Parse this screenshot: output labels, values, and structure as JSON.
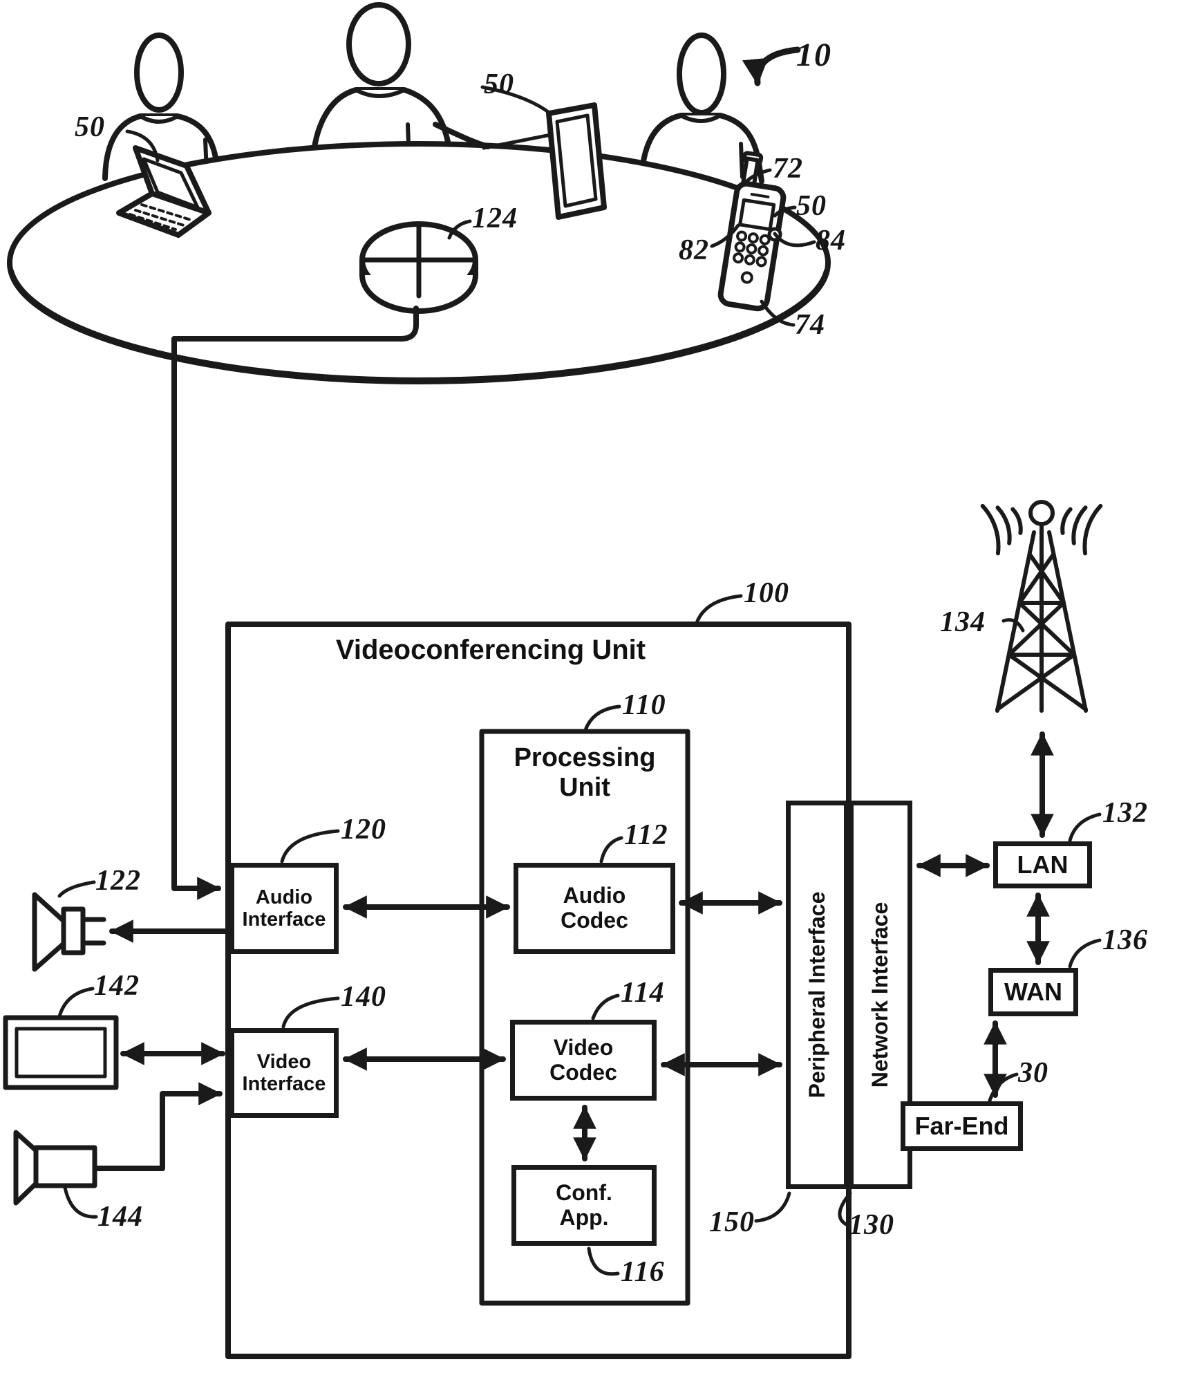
{
  "scene": {
    "figure_ref": "10",
    "laptop_ref": "50",
    "tablet_ref": "50",
    "phone_ref": "50",
    "antenna_ref": "72",
    "phone_screen_ref": "82",
    "phone_button_ref": "84",
    "phone_body_ref": "74",
    "speakerphone_ref": "124"
  },
  "diagram": {
    "title": "Videoconferencing Unit",
    "title_ref": "100",
    "processing_unit": {
      "label": "Processing Unit",
      "ref": "110"
    },
    "audio_codec": {
      "label": "Audio Codec",
      "ref": "112"
    },
    "video_codec": {
      "label": "Video Codec",
      "ref": "114"
    },
    "conf_app": {
      "label": "Conf. App.",
      "ref": "116"
    },
    "audio_interface": {
      "label": "Audio Interface",
      "ref": "120"
    },
    "video_interface": {
      "label": "Video Interface",
      "ref": "140"
    },
    "peripheral_interface": {
      "label": "Peripheral Interface",
      "ref": "150"
    },
    "network_interface": {
      "label": "Network Interface",
      "ref": "130"
    },
    "lan": {
      "label": "LAN",
      "ref": "132"
    },
    "wan": {
      "label": "WAN",
      "ref": "136"
    },
    "far_end": {
      "label": "Far-End",
      "ref": "30"
    },
    "speaker_ref": "122",
    "display_ref": "142",
    "camera_ref": "144",
    "tower_ref": "134"
  }
}
